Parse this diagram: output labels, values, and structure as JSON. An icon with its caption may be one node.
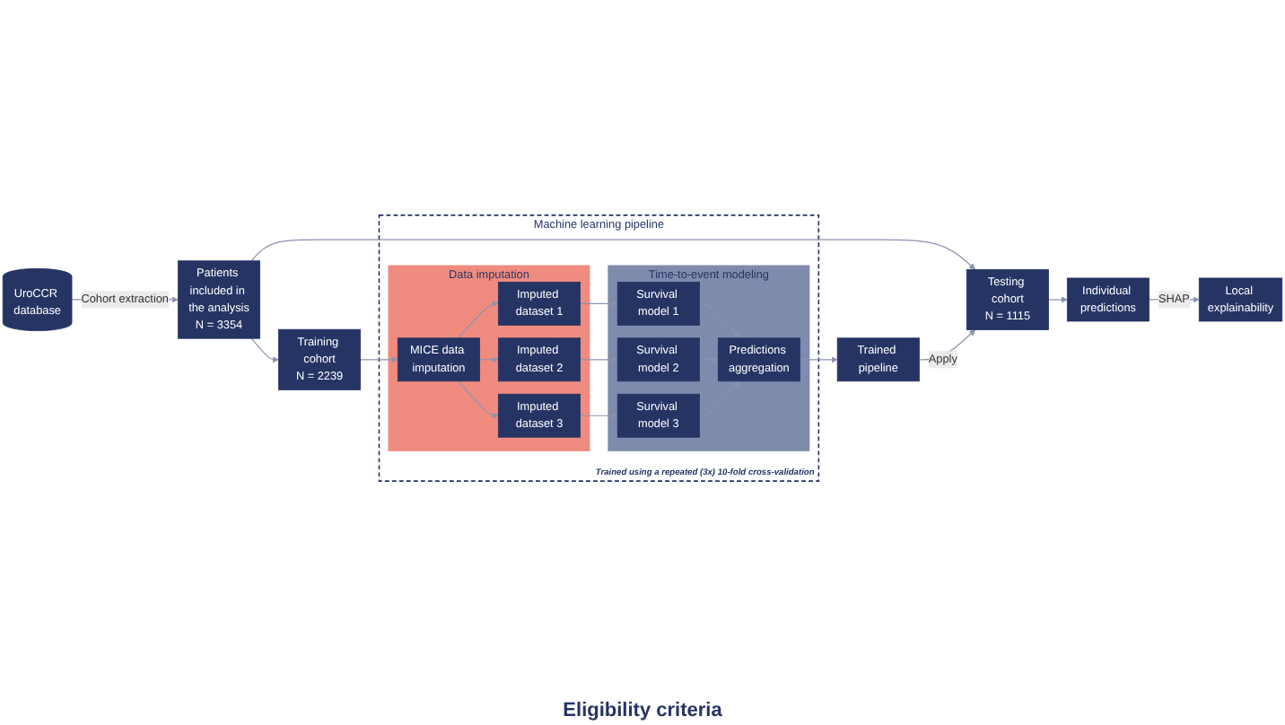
{
  "diagram": {
    "nodes": [
      {
        "text": [
          "UroCCR database"
        ]
      },
      {
        "text": [
          "Patients included in the analysis",
          "N = 3354"
        ]
      },
      {
        "text": [
          "Testing cohort",
          "N = 1115"
        ]
      },
      {
        "text": [
          "Individual predictions"
        ]
      },
      {
        "text": [
          "Local explainability"
        ]
      },
      {
        "text": [
          "Training cohort",
          "N = 2239"
        ]
      },
      {
        "text": [
          "Machine learning pipeline",
          "Trained  using a repeated (3x) 10-fold cross-validation"
        ]
      },
      {
        "text": [
          "Data imputation"
        ],
        "in": 6
      },
      {
        "text": [
          "MICE data imputation"
        ],
        "in": 7
      },
      {
        "text": [
          "Imputed dataset 1"
        ],
        "in": 7
      },
      {
        "text": [
          "Imputed dataset 2"
        ],
        "in": 7
      },
      {
        "text": [
          "Imputed dataset 3"
        ],
        "in": 7
      },
      {
        "text": [
          "Time-to-event modeling"
        ],
        "in": 6
      },
      {
        "text": [
          "Survival model 1"
        ],
        "in": 12
      },
      {
        "text": [
          "Survival model 2"
        ],
        "in": 12
      },
      {
        "text": [
          "Survival model 3"
        ],
        "in": 12
      },
      {
        "text": [
          "Predictions aggregation"
        ],
        "in": 12
      },
      {
        "text": [
          "Trained pipeline"
        ]
      }
    ],
    "edges": [
      {
        "from": 0,
        "to": 1,
        "arrow": "to",
        "label": "Cohort extraction"
      },
      {
        "from": 1,
        "to": 2,
        "arrow": "to"
      },
      {
        "from": 1,
        "to": 5,
        "arrow": "to"
      },
      {
        "from": 2,
        "to": 3,
        "arrow": "to"
      },
      {
        "from": 3,
        "to": 4,
        "arrow": "to",
        "label": "SHAP"
      },
      {
        "from": 5,
        "to": 8,
        "arrow": "to"
      },
      {
        "from": 8,
        "to": 9,
        "arrow": "to"
      },
      {
        "from": 8,
        "to": 10,
        "arrow": "to"
      },
      {
        "from": 8,
        "to": 11,
        "arrow": "to"
      },
      {
        "from": 9,
        "to": 13,
        "arrow": "to"
      },
      {
        "from": 10,
        "to": 14,
        "arrow": "to"
      },
      {
        "from": 11,
        "to": 15,
        "arrow": "to"
      },
      {
        "from": 13,
        "to": 16,
        "arrow": "to"
      },
      {
        "from": 14,
        "to": 16,
        "arrow": "to"
      },
      {
        "from": 15,
        "to": 16,
        "arrow": "to"
      },
      {
        "from": 16,
        "to": 17,
        "arrow": "to"
      },
      {
        "from": 17,
        "to": 2,
        "arrow": "to",
        "label": "Apply"
      }
    ],
    "labels": [
      "Eligibility criteria"
    ]
  }
}
